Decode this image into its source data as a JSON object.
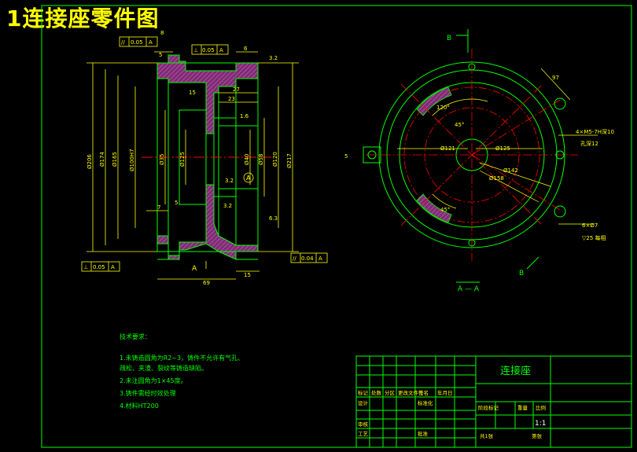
{
  "drawing": {
    "title": "1连接座零件图",
    "colors": {
      "background": "#000000",
      "outline": "#00ff00",
      "dimension": "#ffff00",
      "hatch": "#b040a0",
      "center": "#ff0000",
      "text": "#ffffff",
      "accent": "#00ffff"
    }
  },
  "section_view": {
    "label": "A—A",
    "diameters": [
      "Ø206",
      "Ø174",
      "Ø165",
      "Ø100H7",
      "Ø35",
      "Ø125",
      "Ø40",
      "Ø58",
      "Ø120",
      "Ø217"
    ],
    "lengths": [
      "8",
      "5",
      "6",
      "3.2",
      "27",
      "23",
      "15",
      "7",
      "69",
      "15",
      "5"
    ],
    "roughness": [
      "3.2",
      "3.2",
      "1.6",
      "6.3"
    ],
    "tolerances": [
      {
        "symbol": "//",
        "value": "0.05",
        "datum": "A"
      },
      {
        "symbol": "⊥",
        "value": "0.05",
        "datum": "A"
      },
      {
        "symbol": "⊥",
        "value": "0.05",
        "datum": "A"
      },
      {
        "symbol": "//",
        "value": "0.04",
        "datum": "A"
      }
    ],
    "datum": "A",
    "section_marker": "A"
  },
  "plan_view": {
    "section_label": "A — A",
    "view_markers": [
      "B",
      "B"
    ],
    "annotations": [
      "120°",
      "45°",
      "45°",
      "Ø121",
      "Ø125",
      "Ø142",
      "Ø158",
      "97",
      "4×M5-7H深10",
      "孔深12",
      "6×Ø7",
      "▽25 每相",
      "5"
    ]
  },
  "tech_requirements": {
    "heading": "技术要求：",
    "items": [
      "1.未铸造圆角为R2~3，铸件不允许有气孔、",
      "  疏松、夹渣、裂纹等铸造缺陷。",
      "2.未注圆角为1×45度。",
      "3.铸件需经时效处理",
      "4.材料HT200"
    ]
  },
  "title_block": {
    "part_name": "连接座",
    "scale": "1:1",
    "header_row": [
      "标记",
      "处数",
      "分区",
      "更改文件号",
      "签名",
      "年月日"
    ],
    "design_row": [
      "设计",
      "标准化"
    ],
    "stage_headers": [
      "阶段标记",
      "重量",
      "比例"
    ],
    "review_row": [
      "审核"
    ],
    "process_row": [
      "工艺",
      "批准"
    ],
    "sheet_info": [
      "共1张",
      "第张"
    ]
  }
}
